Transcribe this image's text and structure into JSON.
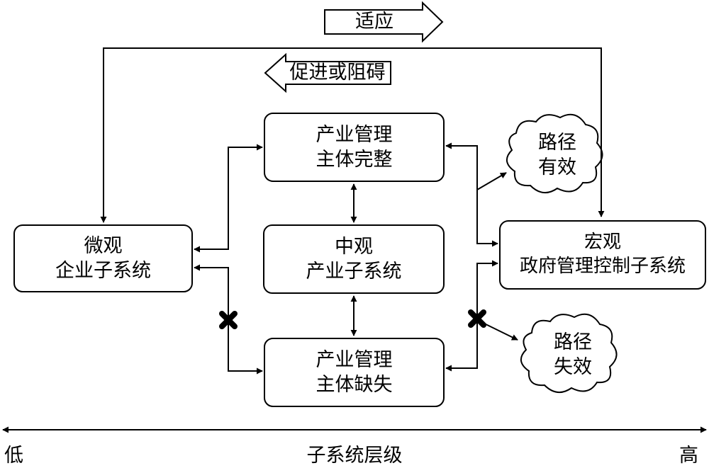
{
  "arrows": {
    "adapt": "适应",
    "promote": "促进或阻碍"
  },
  "nodes": {
    "micro": {
      "line1": "微观",
      "line2": "企业子系统"
    },
    "meso": {
      "line1": "中观",
      "line2": "产业子系统"
    },
    "complete": {
      "line1": "产业管理",
      "line2": "主体完整"
    },
    "missing": {
      "line1": "产业管理",
      "line2": "主体缺失"
    },
    "macro": {
      "line1": "宏观",
      "line2": "政府管理控制子系统"
    }
  },
  "clouds": {
    "effective": {
      "line1": "路径",
      "line2": "有效"
    },
    "failure": {
      "line1": "路径",
      "line2": "失效"
    }
  },
  "axis": {
    "low": "低",
    "title": "子系统层级",
    "high": "高"
  }
}
